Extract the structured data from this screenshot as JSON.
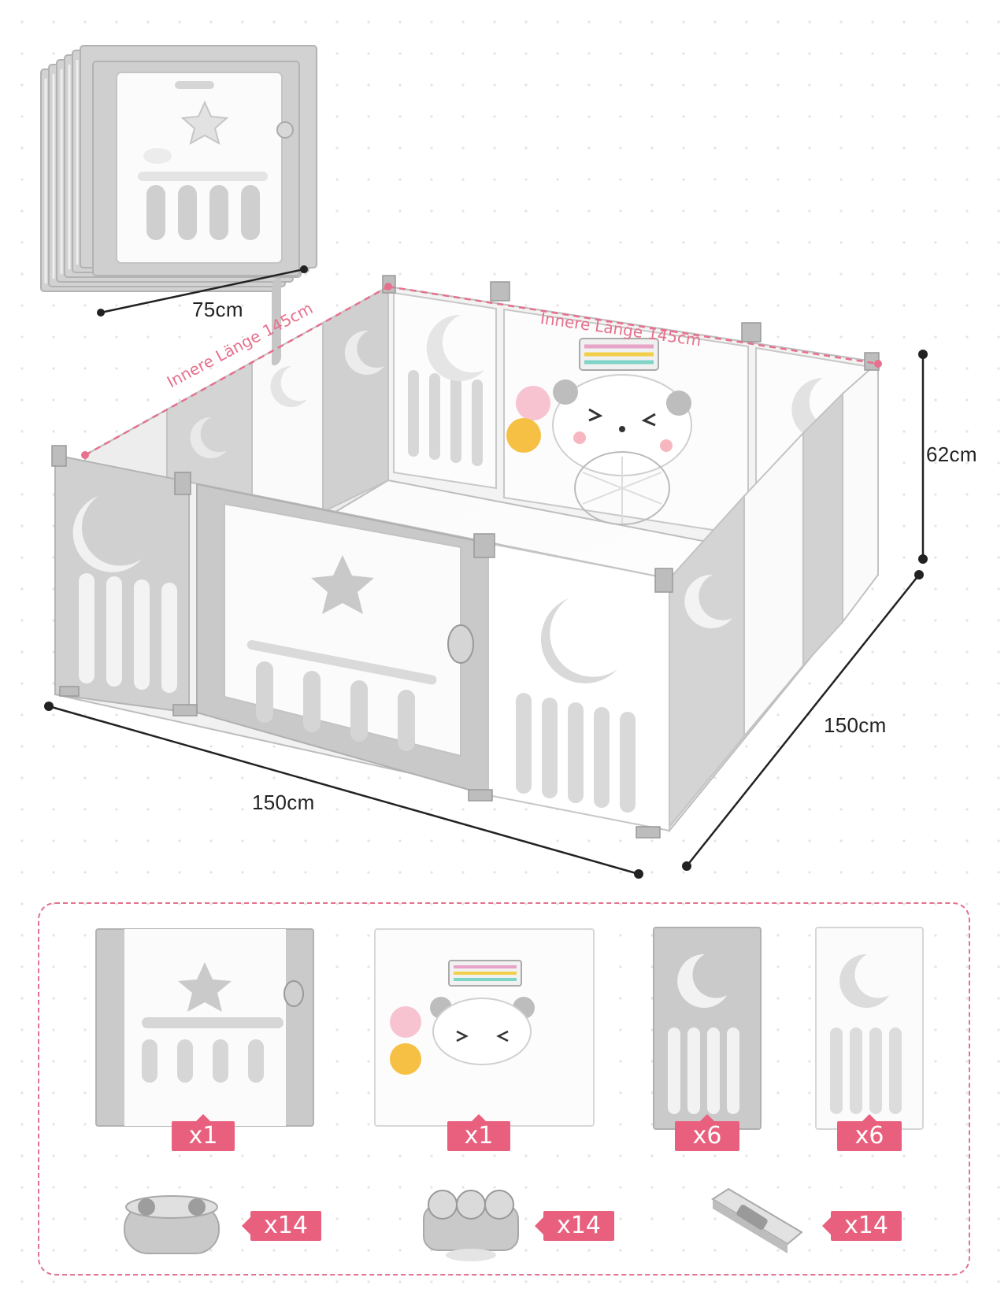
{
  "dimensions": {
    "folded_width": "75cm",
    "front_length": "150cm",
    "side_length": "150cm",
    "height": "62cm",
    "inner_length_left": "Innere Länge 145cm",
    "inner_length_back": "Innere Länge 145cm"
  },
  "parts": [
    {
      "name": "door-panel",
      "quantity": "x1"
    },
    {
      "name": "activity-panel",
      "quantity": "x1"
    },
    {
      "name": "grey-panel",
      "quantity": "x6"
    },
    {
      "name": "white-panel",
      "quantity": "x6"
    },
    {
      "name": "round-connector",
      "quantity": "x14"
    },
    {
      "name": "triple-connector",
      "quantity": "x14"
    },
    {
      "name": "slide-clip",
      "quantity": "x14"
    }
  ],
  "colors": {
    "accent": "#e8607e",
    "panel_grey": "#c9c9c9",
    "panel_white": "#fafafa",
    "outline": "#b5b5b5"
  }
}
